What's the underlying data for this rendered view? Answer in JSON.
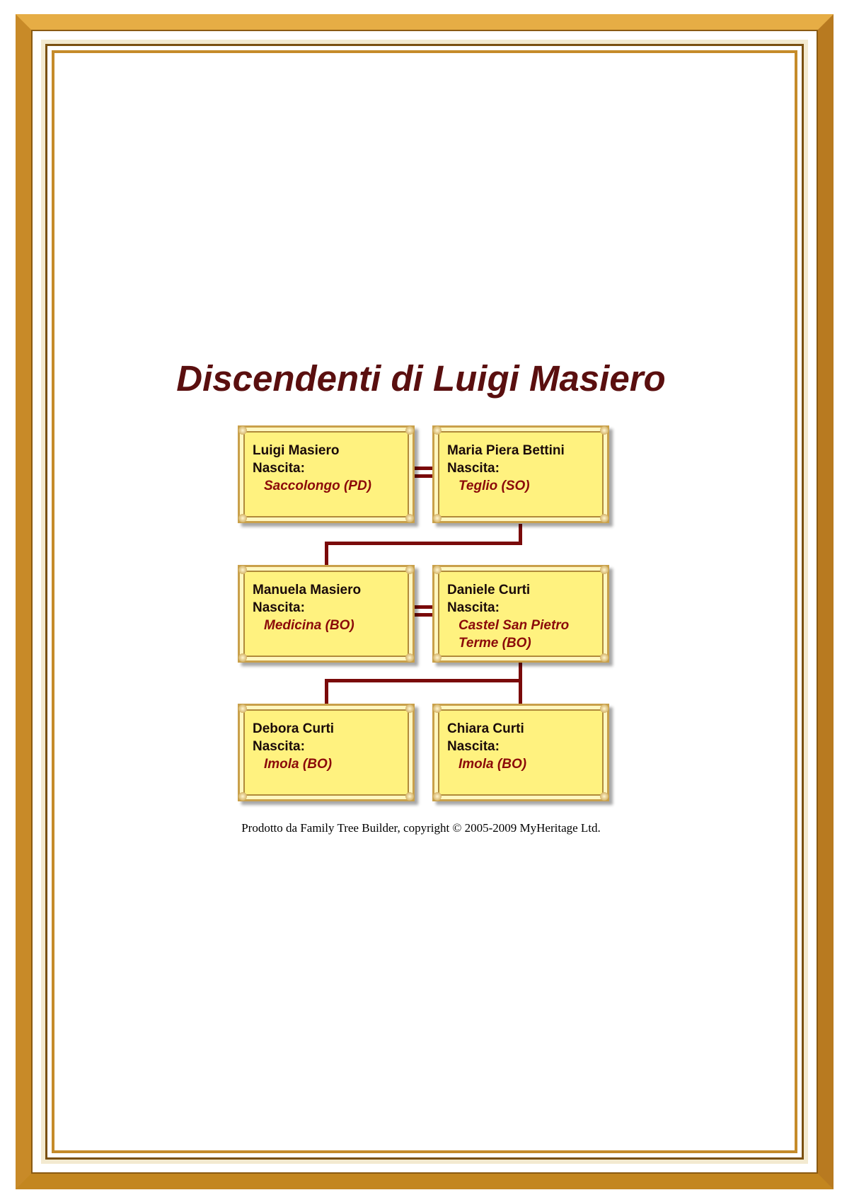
{
  "title": "Discendenti di Luigi Masiero",
  "birth_label": "Nascita:",
  "people": [
    {
      "name": "Luigi Masiero",
      "place": "Saccolongo (PD)"
    },
    {
      "name": "Maria Piera Bettini",
      "place": "Teglio (SO)"
    },
    {
      "name": "Manuela Masiero",
      "place": "Medicina (BO)"
    },
    {
      "name": "Daniele Curti",
      "place": "Castel San Pietro Terme (BO)"
    },
    {
      "name": "Debora Curti",
      "place": "Imola (BO)"
    },
    {
      "name": "Chiara Curti",
      "place": "Imola (BO)"
    }
  ],
  "footer": "Prodotto da Family Tree Builder, copyright © 2005-2009 MyHeritage Ltd."
}
